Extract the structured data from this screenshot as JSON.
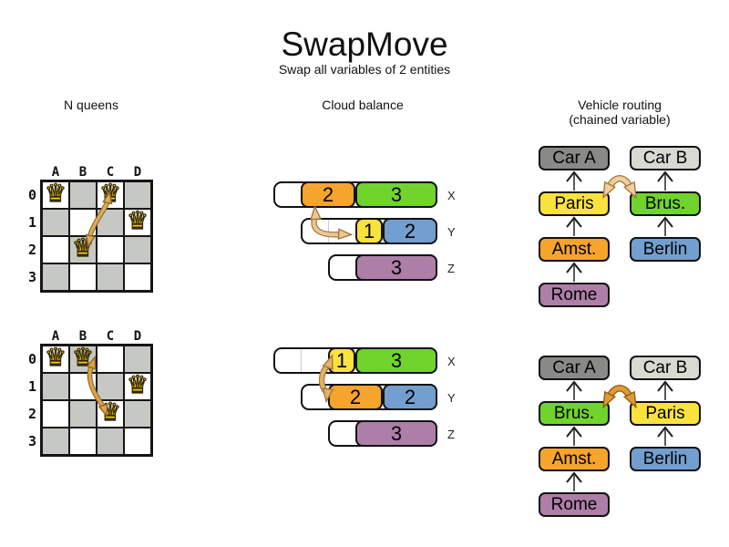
{
  "title": "SwapMove",
  "subtitle": "Swap all variables of 2 entities",
  "columns": [
    {
      "label": "N queens"
    },
    {
      "label": "Cloud balance"
    },
    {
      "label": "Vehicle routing",
      "sublabel": "(chained variable)"
    }
  ],
  "icons": {
    "queen": "♛"
  },
  "colors": {
    "orange": "#F6A42C",
    "green": "#70D42C",
    "yellow": "#FAE23E",
    "blue": "#729FCF",
    "purple": "#AD7FA8",
    "car_a": "#898A85",
    "car_b": "#D7DAD2",
    "board_gray": "#C6C8C3",
    "queen_gold": "#F4CD1E",
    "arrow_tan_light": "#EBC795",
    "arrow_orange_strong": "#E09A36"
  },
  "nqueens": {
    "column_labels": [
      "A",
      "B",
      "C",
      "D"
    ],
    "row_labels": [
      "0",
      "1",
      "2",
      "3"
    ],
    "boards": [
      {
        "state": "before",
        "queens": [
          {
            "col": 0,
            "row": 0
          },
          {
            "col": 2,
            "row": 0
          },
          {
            "col": 3,
            "row": 1
          },
          {
            "col": 1,
            "row": 2
          }
        ],
        "swap": {
          "from": "C0",
          "to": "B2"
        }
      },
      {
        "state": "after",
        "queens": [
          {
            "col": 0,
            "row": 0
          },
          {
            "col": 1,
            "row": 0
          },
          {
            "col": 3,
            "row": 1
          },
          {
            "col": 2,
            "row": 2
          }
        ],
        "swap": {
          "from": "B0",
          "to": "C2"
        }
      }
    ]
  },
  "cloud": {
    "states": [
      {
        "state": "before",
        "computers": [
          {
            "label": "X",
            "free_units": 1,
            "processes": [
              {
                "value": "2",
                "color": "orange"
              },
              {
                "value": "3",
                "color": "green"
              }
            ]
          },
          {
            "label": "Y",
            "free_units": 2,
            "processes": [
              {
                "value": "1",
                "color": "yellow"
              },
              {
                "value": "2",
                "color": "blue"
              }
            ]
          },
          {
            "label": "Z",
            "free_units": 1,
            "processes": [
              {
                "value": "3",
                "color": "purple"
              }
            ]
          }
        ],
        "swap": {
          "from": "process 2 on X",
          "to": "process 1 on Y"
        }
      },
      {
        "state": "after",
        "computers": [
          {
            "label": "X",
            "free_units": 2,
            "processes": [
              {
                "value": "1",
                "color": "yellow"
              },
              {
                "value": "3",
                "color": "green"
              }
            ]
          },
          {
            "label": "Y",
            "free_units": 1,
            "processes": [
              {
                "value": "2",
                "color": "orange"
              },
              {
                "value": "2",
                "color": "blue"
              }
            ]
          },
          {
            "label": "Z",
            "free_units": 1,
            "processes": [
              {
                "value": "3",
                "color": "purple"
              }
            ]
          }
        ],
        "swap": {
          "from": "process 1 on X",
          "to": "process 2 on Y"
        }
      }
    ]
  },
  "vehicle": {
    "states": [
      {
        "state": "before",
        "chains": [
          {
            "nodes": [
              {
                "label": "Car A",
                "color": "car_a"
              },
              {
                "label": "Paris",
                "color": "yellow"
              },
              {
                "label": "Amst.",
                "color": "orange"
              },
              {
                "label": "Rome",
                "color": "purple"
              }
            ]
          },
          {
            "nodes": [
              {
                "label": "Car B",
                "color": "car_b"
              },
              {
                "label": "Brus.",
                "color": "green"
              },
              {
                "label": "Berlin",
                "color": "blue"
              }
            ]
          }
        ],
        "swap": {
          "from": "Paris",
          "to": "Brus."
        }
      },
      {
        "state": "after",
        "chains": [
          {
            "nodes": [
              {
                "label": "Car A",
                "color": "car_a"
              },
              {
                "label": "Brus.",
                "color": "green"
              },
              {
                "label": "Amst.",
                "color": "orange"
              },
              {
                "label": "Rome",
                "color": "purple"
              }
            ]
          },
          {
            "nodes": [
              {
                "label": "Car B",
                "color": "car_b"
              },
              {
                "label": "Paris",
                "color": "yellow"
              },
              {
                "label": "Berlin",
                "color": "blue"
              }
            ]
          }
        ],
        "swap": {
          "from": "Brus.",
          "to": "Paris"
        }
      }
    ]
  }
}
